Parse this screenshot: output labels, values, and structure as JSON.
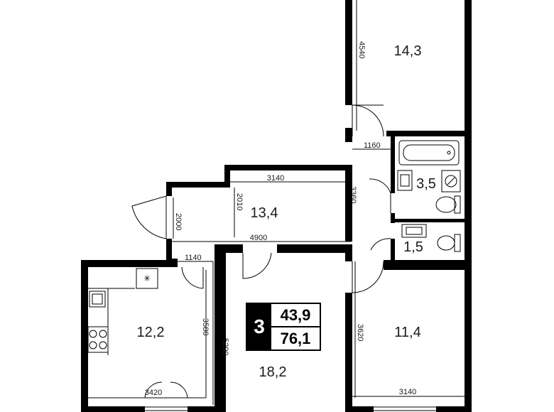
{
  "rooms": {
    "bedroom_top": "14,3",
    "bathroom": "3,5",
    "toilet": "1,5",
    "hall": "13,4",
    "kitchen": "12,2",
    "living": "18,2",
    "bedroom_bottom": "11,4"
  },
  "dimensions": {
    "top_bedroom_height": "4540",
    "bath_width": "1160",
    "corridor_width": "3140",
    "corridor_depth": "2010",
    "hall_height": "2000",
    "bath_height": "3360",
    "hall_length": "4900",
    "kitchen_entry": "1140",
    "kitchen_height": "3580",
    "living_height": "5290",
    "kitchen_width": "3420",
    "bottom_bedroom_height": "3620",
    "bottom_bedroom_width": "3140"
  },
  "summary": {
    "room_count": "3",
    "living_area": "43,9",
    "total_area": "76,1"
  }
}
